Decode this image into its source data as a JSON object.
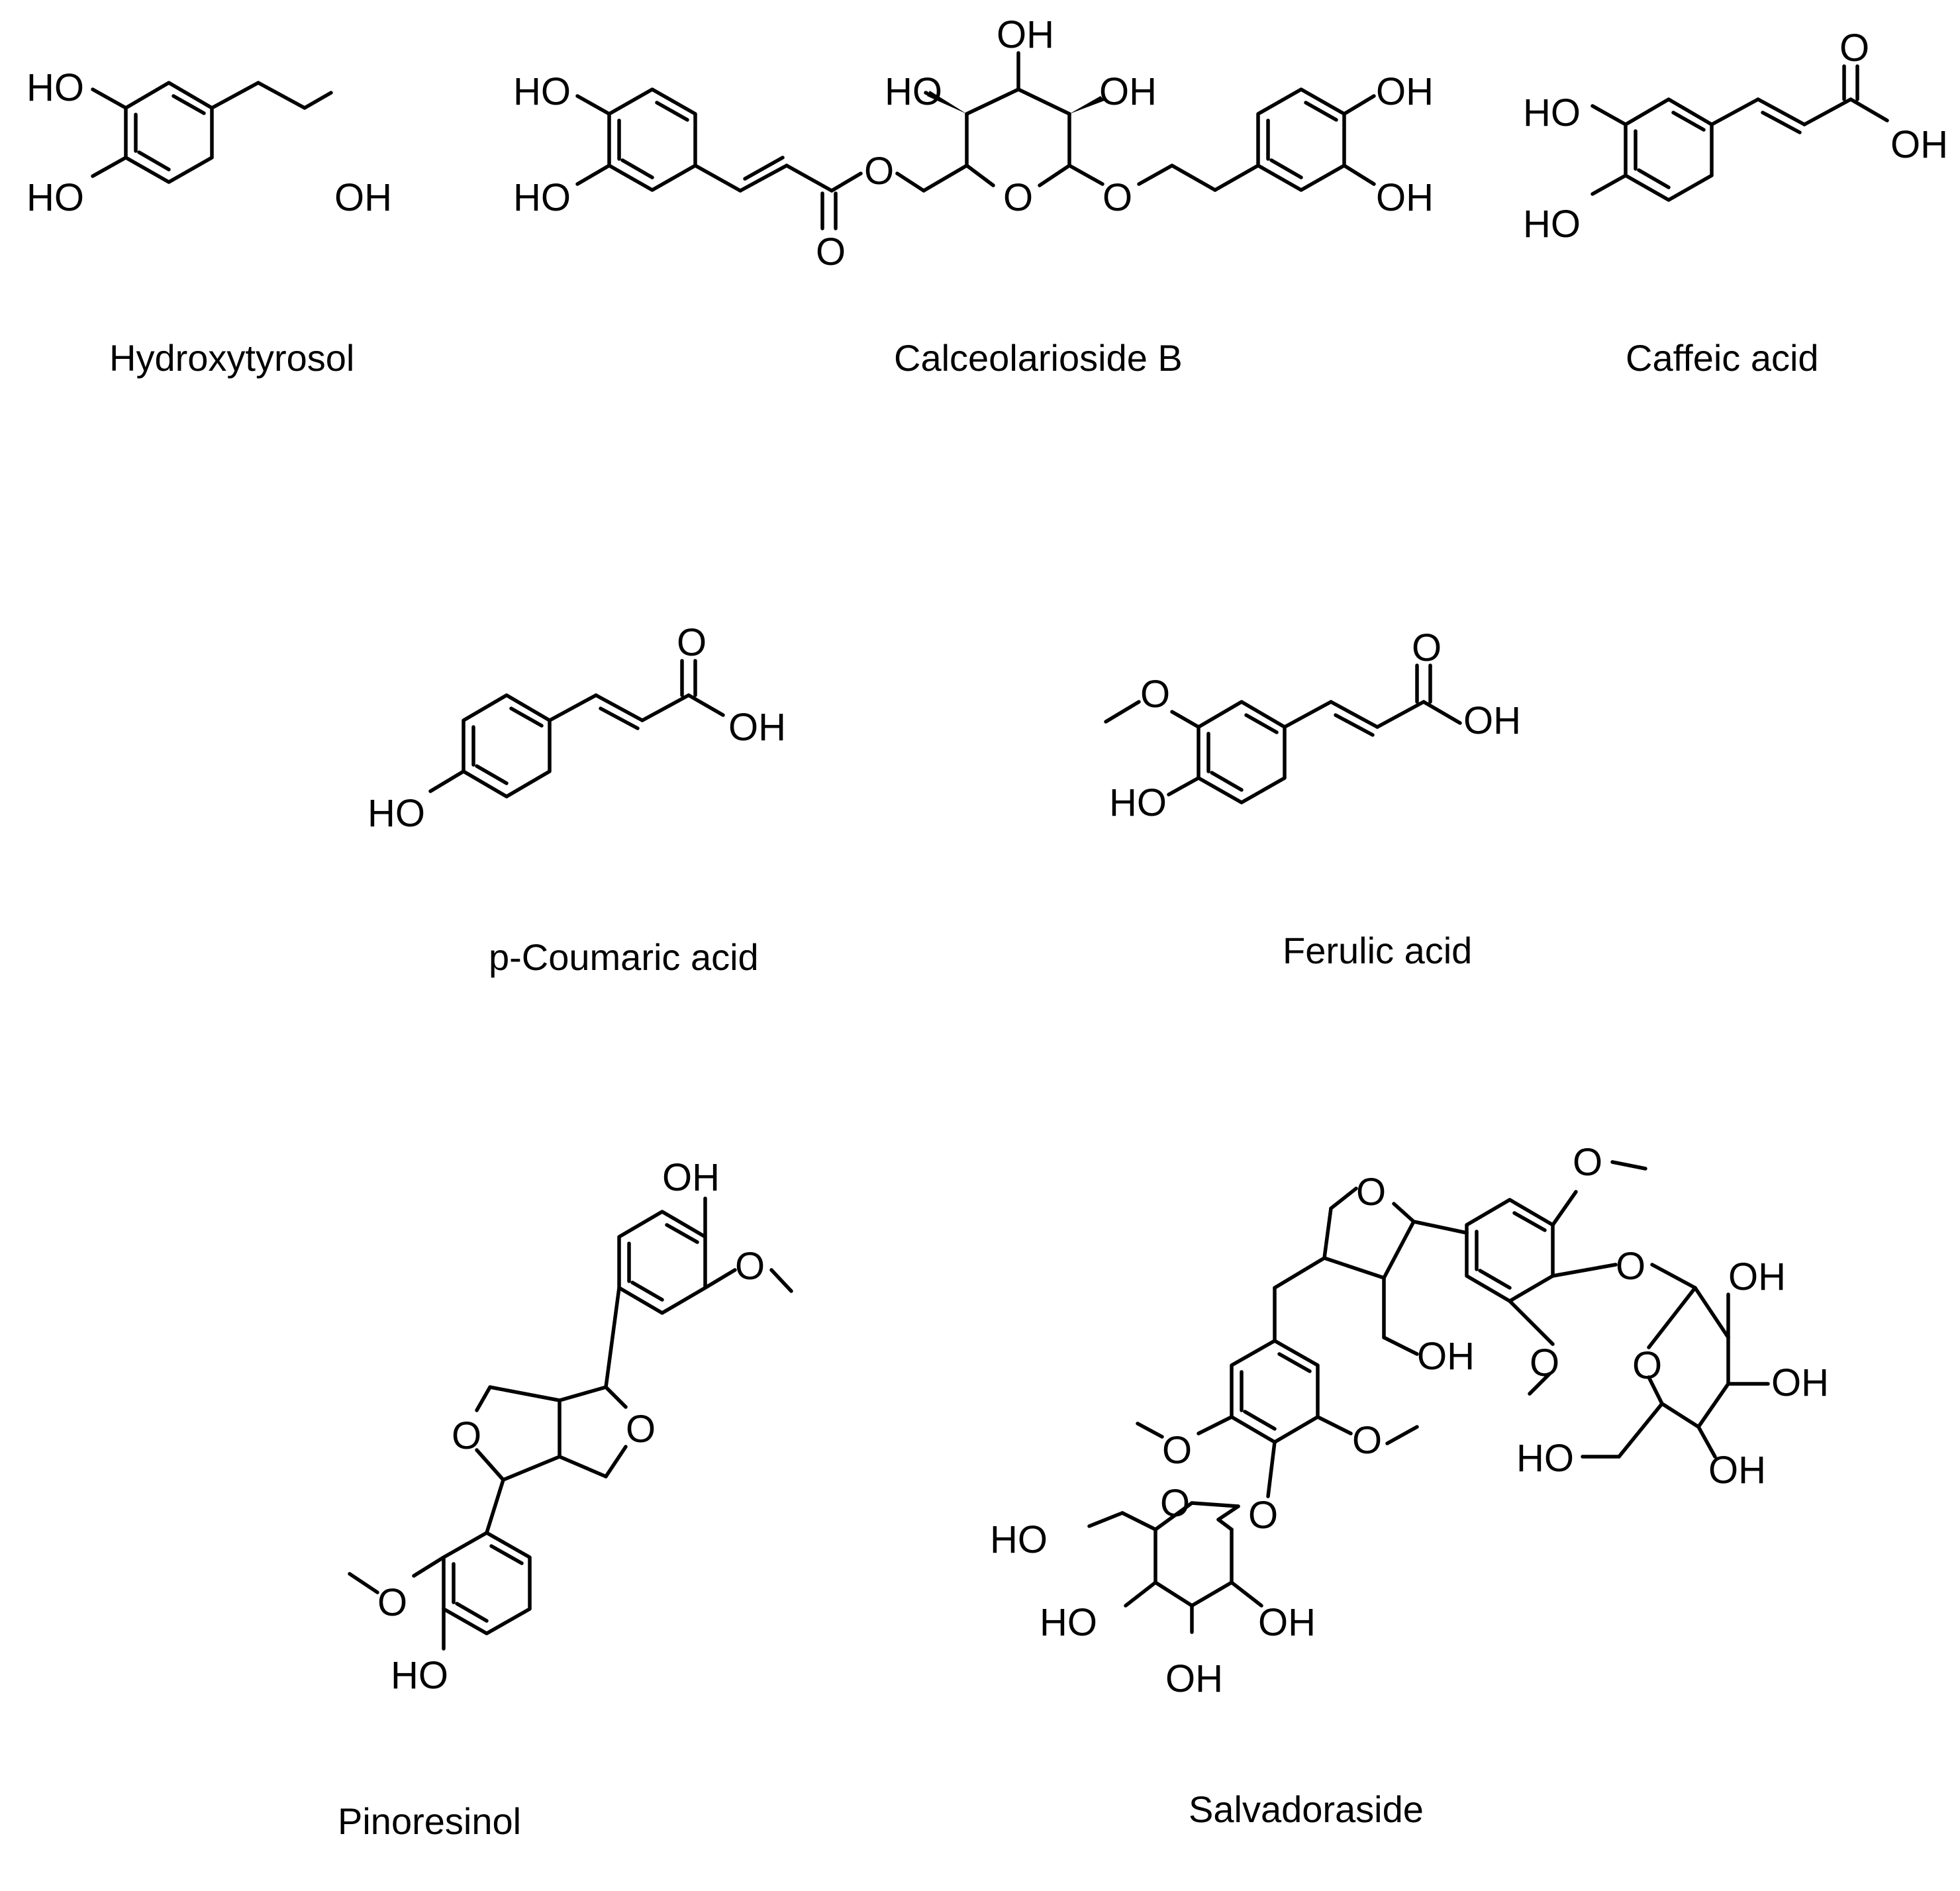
{
  "compounds": [
    {
      "name": "Hydroxytyrosol"
    },
    {
      "name": "Calceolarioside B"
    },
    {
      "name": "Caffeic acid"
    },
    {
      "name": "p-Coumaric acid"
    },
    {
      "name": "Ferulic acid"
    },
    {
      "name": "Pinoresinol"
    },
    {
      "name": "Salvadoraside"
    }
  ],
  "atoms": {
    "oh": "OH",
    "ho": "HO",
    "o": "O"
  }
}
